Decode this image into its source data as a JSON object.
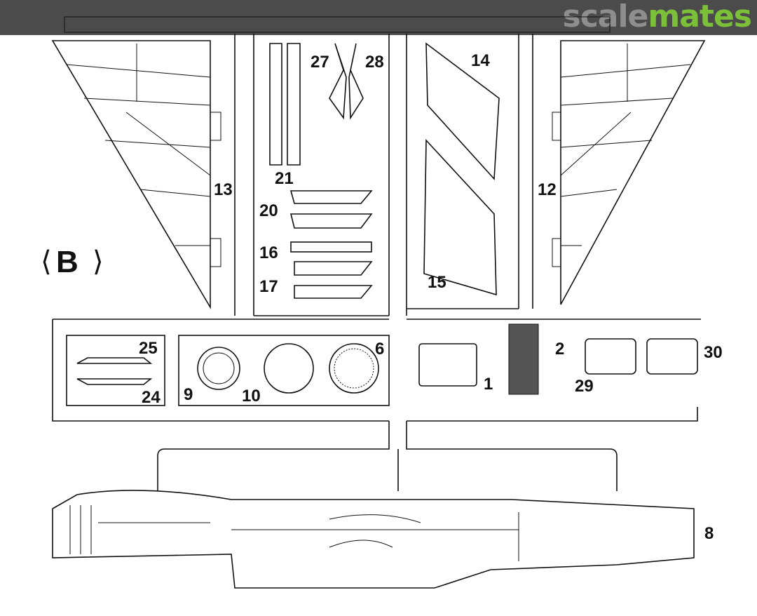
{
  "header": {
    "logo_part1": "scale",
    "logo_part2": "mates",
    "colors": {
      "bar": "#4b4b4b",
      "logo_gray": "#8e8e8e",
      "logo_green": "#7cc03a"
    }
  },
  "sprue": {
    "letter": "B"
  },
  "parts": [
    {
      "id": "13",
      "label": "13"
    },
    {
      "id": "12",
      "label": "12"
    },
    {
      "id": "21",
      "label": "21"
    },
    {
      "id": "27",
      "label": "27"
    },
    {
      "id": "28",
      "label": "28"
    },
    {
      "id": "14",
      "label": "14"
    },
    {
      "id": "15",
      "label": "15"
    },
    {
      "id": "20",
      "label": "20"
    },
    {
      "id": "16",
      "label": "16"
    },
    {
      "id": "17",
      "label": "17"
    },
    {
      "id": "25",
      "label": "25"
    },
    {
      "id": "24",
      "label": "24"
    },
    {
      "id": "9",
      "label": "9"
    },
    {
      "id": "10",
      "label": "10"
    },
    {
      "id": "6",
      "label": "6"
    },
    {
      "id": "1",
      "label": "1"
    },
    {
      "id": "2",
      "label": "2"
    },
    {
      "id": "29",
      "label": "29"
    },
    {
      "id": "30",
      "label": "30"
    },
    {
      "id": "8",
      "label": "8"
    }
  ]
}
